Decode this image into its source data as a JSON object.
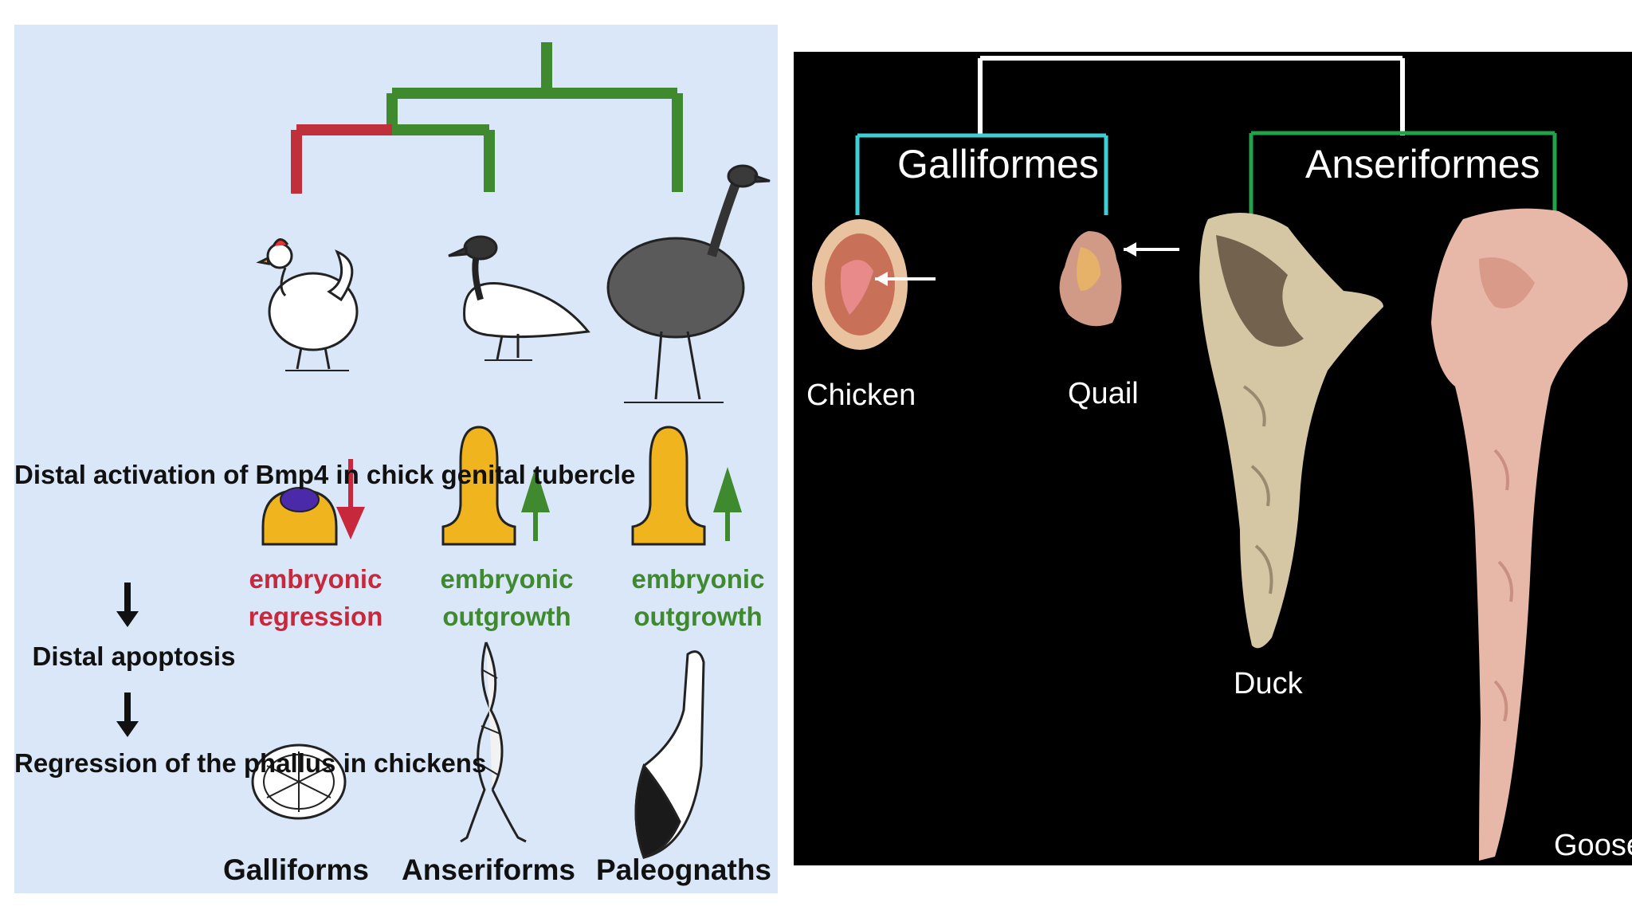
{
  "left_panel": {
    "steps": {
      "step1": "Distal activation of Bmp4 in chick genital tubercle",
      "step2": "Distal apoptosis",
      "step3": "Regression of the phallus in chickens"
    },
    "fates": {
      "galliforms": {
        "line1": "embryonic",
        "line2": "regression",
        "color": "#c8283c",
        "arrow": "down"
      },
      "anseriforms": {
        "line1": "embryonic",
        "line2": "outgrowth",
        "color": "#3f8a2e",
        "arrow": "up"
      },
      "paleognaths": {
        "line1": "embryonic",
        "line2": "outgrowth",
        "color": "#3f8a2e",
        "arrow": "up"
      }
    },
    "clades": {
      "galliforms": "Galliforms",
      "anseriforms": "Anseriforms",
      "paleognaths": "Paleognaths"
    },
    "icons": [
      "chicken-icon",
      "duck-icon",
      "emu-icon",
      "tubercle-icon",
      "phallus-icon"
    ],
    "colors": {
      "tree_green": "#3f8a2e",
      "tree_red": "#c0303a",
      "tubercle": "#f0b51e",
      "bmp4": "#4a2aa8",
      "background": "#d9e7f8"
    }
  },
  "right_panel": {
    "clades": {
      "galliformes": "Galliformes",
      "anseriformes": "Anseriformes"
    },
    "specimens": {
      "chicken": "Chicken",
      "quail": "Quail",
      "duck": "Duck",
      "goose": "Goose"
    },
    "colors": {
      "galliformes_bracket": "#3ecfd6",
      "anseriformes_bracket": "#22a34a",
      "root": "#ffffff",
      "background": "#000000"
    }
  }
}
